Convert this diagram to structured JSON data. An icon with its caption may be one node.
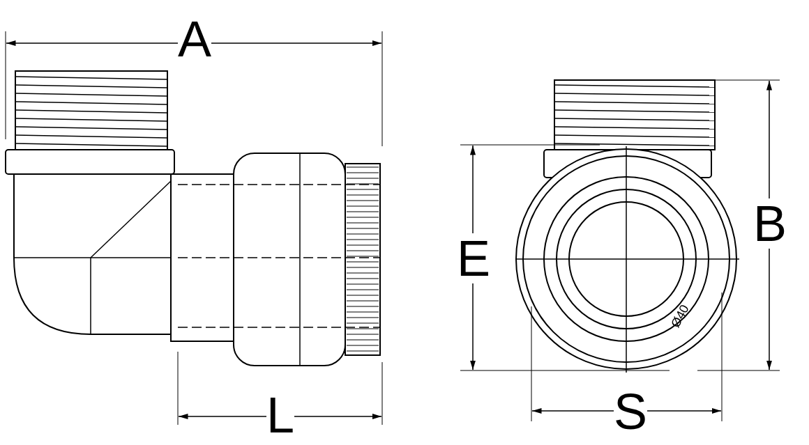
{
  "diagram": {
    "labels": [
      "A",
      "B",
      "E",
      "Ø40",
      "L",
      "S"
    ]
  }
}
